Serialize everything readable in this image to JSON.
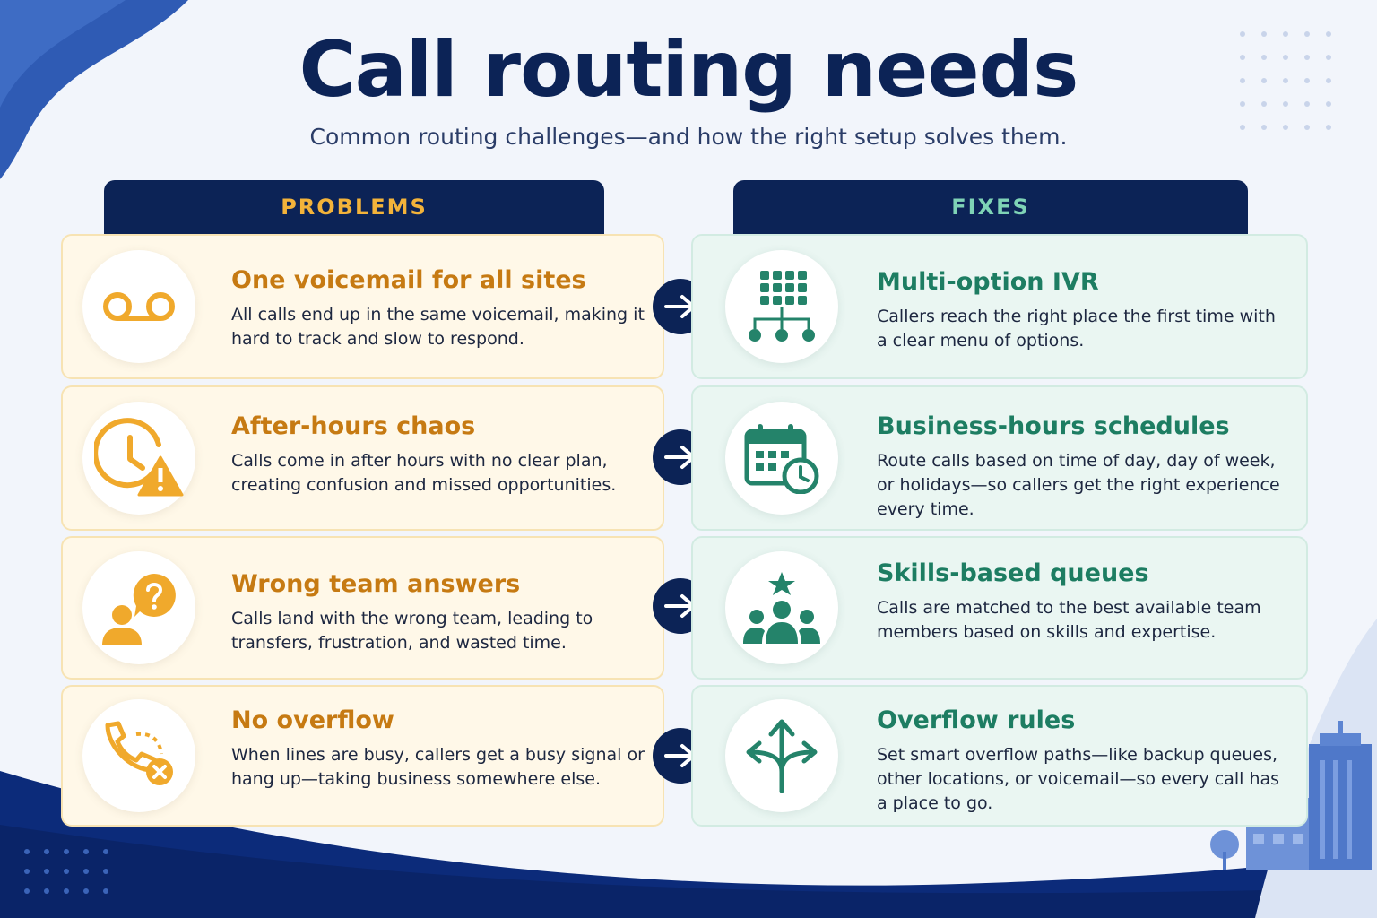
{
  "header": {
    "title": "Call routing needs",
    "subtitle": "Common routing challenges—and how the right setup solves them."
  },
  "columns": {
    "problems": "PROBLEMS",
    "fixes": "FIXES"
  },
  "problems": [
    {
      "title": "One voicemail for all sites",
      "desc": "All calls end up in the same voicemail, making it hard to track and slow to respond.",
      "icon": "voicemail-icon"
    },
    {
      "title": "After-hours chaos",
      "desc": "Calls come in after hours with no clear plan, creating confusion and missed opportunities.",
      "icon": "clock-warning-icon"
    },
    {
      "title": "Wrong team answers",
      "desc": "Calls land with the wrong team, leading to transfers, frustration, and wasted time.",
      "icon": "person-question-icon"
    },
    {
      "title": "No overflow",
      "desc": "When lines are busy, callers get a busy signal or hang up—taking business somewhere else.",
      "icon": "phone-blocked-icon"
    }
  ],
  "fixes": [
    {
      "title": "Multi-option IVR",
      "desc": "Callers reach the right place the first time with a clear menu of options.",
      "icon": "ivr-menu-icon"
    },
    {
      "title": "Business-hours schedules",
      "desc": "Route calls based on time of day, day of week, or holidays—so callers get the right experience every time.",
      "icon": "calendar-clock-icon"
    },
    {
      "title": "Skills-based queues",
      "desc": "Calls are matched to the best available team members based on skills and expertise.",
      "icon": "team-star-icon"
    },
    {
      "title": "Overflow rules",
      "desc": "Set smart overflow paths—like backup queues, other locations, or voicemail—so every call has a place to go.",
      "icon": "split-arrows-icon"
    }
  ],
  "colors": {
    "navy": "#0c2356",
    "problem_accent": "#c67a12",
    "problem_icon": "#f0a92c",
    "fix_accent": "#1d7d62",
    "fix_icon": "#24836a"
  }
}
